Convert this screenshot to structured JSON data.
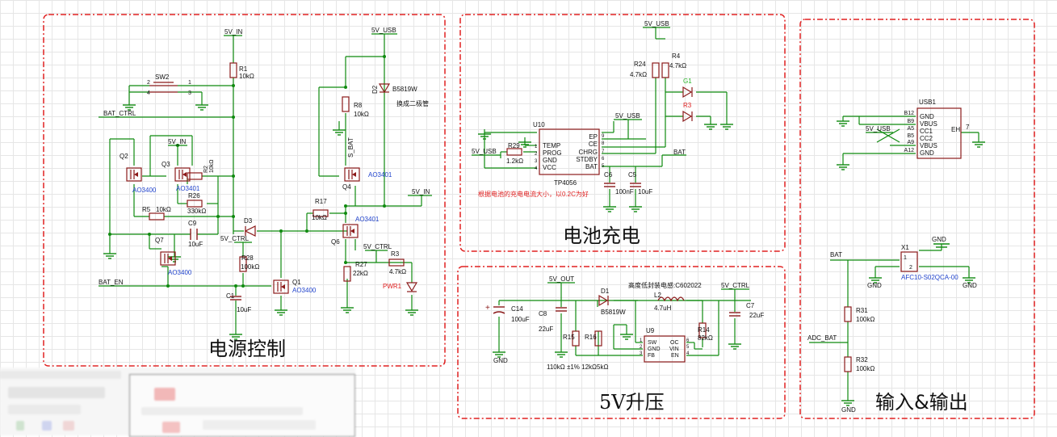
{
  "colors": {
    "wire": "#0f8a0f",
    "component": "#8b1a1a",
    "label": "#1a1a1a",
    "value": "#1a1a1a",
    "part": "#2244cc",
    "frame": "#e02020",
    "note": "#e02020",
    "led": "#2ab52a"
  },
  "panels": {
    "power": "电源控制",
    "charge": "电池充电",
    "boost": "5V升压",
    "io": "输入&输出"
  },
  "nets": {
    "v5in_top": "5V_IN",
    "v5usb_top": "5V_USB",
    "bat_ctrl": "BAT_CTRL",
    "v5in_q3": "5V_IN",
    "bat_q4": "S_BAT",
    "v5in_out": "5V_IN",
    "v5ctrl_q1": "5V_CTRL",
    "v5ctrl_r3": "5V_CTRL",
    "bat_en": "BAT_EN",
    "v5usb_charge": "5V_USB",
    "v5usb_tp": "5V_USB",
    "v5usb_left": "5V_USB",
    "bat_charge": "BAT",
    "v5out": "5V_OUT",
    "v5ctrl_boost": "5V_CTRL",
    "gnd_boost": "GND",
    "v5usb_conn": "5V_USB",
    "bat_io": "BAT",
    "adc_bat": "ADC_BAT",
    "gnd_x1": "GND",
    "gnd_x1b": "GND",
    "gnd_r32": "GND"
  },
  "parts": {
    "r1": {
      "ref": "R1",
      "val": "10kΩ"
    },
    "sw2": {
      "ref": "SW2",
      "p1": "1",
      "p2": "2",
      "p3": "3",
      "p4": "4"
    },
    "r8": {
      "ref": "R8",
      "val": "10kΩ"
    },
    "d2": {
      "ref": "D2",
      "val": "B5819W",
      "note": "换成二极管"
    },
    "q2": {
      "ref": "Q2",
      "val": "AO3400"
    },
    "q3": {
      "ref": "Q3",
      "val": "AO3401"
    },
    "r2": {
      "ref": "R2",
      "val": "10kΩ"
    },
    "r26": {
      "ref": "R26",
      "val": "330kΩ"
    },
    "r5": {
      "ref": "R5",
      "val": "10kΩ"
    },
    "c9": {
      "ref": "C9",
      "val": "10uF"
    },
    "q7": {
      "ref": "Q7",
      "val": "AO3400"
    },
    "d3": {
      "ref": "D3"
    },
    "r28": {
      "ref": "R28",
      "val": "100kΩ"
    },
    "c1": {
      "ref": "C1",
      "val": "10uF"
    },
    "q1": {
      "ref": "Q1",
      "val": "AO3400"
    },
    "r17": {
      "ref": "R17",
      "val": "10kΩ"
    },
    "q4": {
      "ref": "Q4",
      "val": "AO3401"
    },
    "q6": {
      "ref": "Q6",
      "val": "AO3401"
    },
    "r27": {
      "ref": "R27",
      "val": "22kΩ"
    },
    "r3": {
      "ref": "R3",
      "val": "4.7kΩ"
    },
    "pwr1": {
      "ref": "PWR1"
    },
    "r24": {
      "ref": "R24",
      "val": "4.7kΩ"
    },
    "r4": {
      "ref": "R4",
      "val": "4.7kΩ"
    },
    "g1": {
      "ref": "G1"
    },
    "r3x": {
      "ref": "R3"
    },
    "u10": {
      "ref": "U10",
      "val": "TP4056",
      "pins_left": [
        "TEMP",
        "PROG",
        "GND",
        "VCC"
      ],
      "pins_right": [
        "EP",
        "CE",
        "CHRG",
        "STDBY",
        "BAT"
      ],
      "nums_left": [
        "1",
        "2",
        "3",
        "4"
      ],
      "nums_right": [
        "9",
        "8",
        "7",
        "6",
        "5"
      ]
    },
    "r29": {
      "ref": "R29",
      "val": "1.2kΩ"
    },
    "c6": {
      "ref": "C6",
      "val": "100nF"
    },
    "c5": {
      "ref": "C5",
      "val": "10uF"
    },
    "charge_note": "根据电池的充电电流大小，以0.2C为好",
    "c14": {
      "ref": "C14",
      "val": "100uF"
    },
    "c8": {
      "ref": "C8",
      "val": "22uF"
    },
    "d1": {
      "ref": "D1",
      "val": "B5819W"
    },
    "l2": {
      "ref": "L2",
      "val": "4.7uH",
      "note": "高度低封装电感:C602022"
    },
    "c7": {
      "ref": "C7",
      "val": "22uF"
    },
    "r15": {
      "ref": "R15"
    },
    "r16": {
      "ref": "R16"
    },
    "r1516_val": "110kΩ ±1%  12kΩ5kΩ",
    "u9": {
      "ref": "U9",
      "pins_left": [
        "SW",
        "GND",
        "FB"
      ],
      "pins_right": [
        "OC",
        "VIN",
        "EN"
      ],
      "nums_left": [
        "1",
        "2",
        "3"
      ],
      "nums_right": [
        "6",
        "5",
        "4"
      ]
    },
    "r14": {
      "ref": "R14",
      "val": "82kΩ"
    },
    "usb1": {
      "ref": "USB1",
      "pins": [
        "GND",
        "VBUS",
        "CC1",
        "CC2",
        "VBUS",
        "GND"
      ],
      "nums": [
        "B12",
        "B9",
        "A5",
        "B5",
        "A9",
        "A12"
      ],
      "eh": "EH",
      "eh_num": "7"
    },
    "x1": {
      "ref": "X1",
      "val": "AFC10-S02QCA-00",
      "p1": "1",
      "p2": "2"
    },
    "r31": {
      "ref": "R31",
      "val": "100kΩ"
    },
    "r32": {
      "ref": "R32",
      "val": "100kΩ"
    }
  }
}
